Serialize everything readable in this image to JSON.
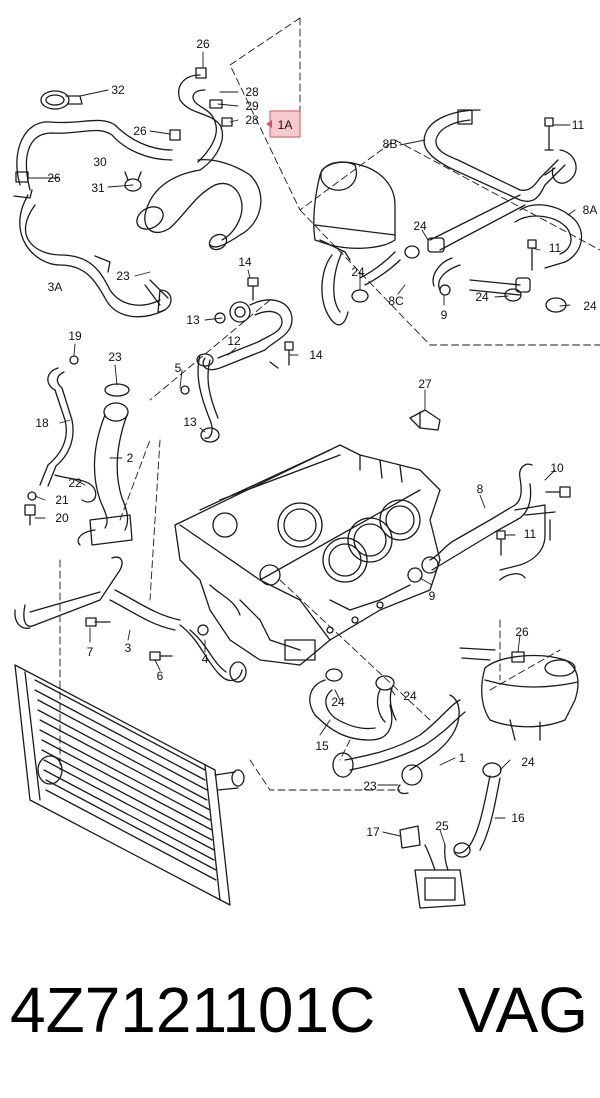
{
  "diagram": {
    "callouts": [
      {
        "id": "c26a",
        "label": "26"
      },
      {
        "id": "c32",
        "label": "32"
      },
      {
        "id": "c28a",
        "label": "28"
      },
      {
        "id": "c29",
        "label": "29"
      },
      {
        "id": "c28b",
        "label": "28"
      },
      {
        "id": "c26b",
        "label": "26"
      },
      {
        "id": "c26c",
        "label": "26"
      },
      {
        "id": "c30",
        "label": "30"
      },
      {
        "id": "c31",
        "label": "31"
      },
      {
        "id": "c23a",
        "label": "23"
      },
      {
        "id": "c3A",
        "label": "3A"
      },
      {
        "id": "c14a",
        "label": "14"
      },
      {
        "id": "c13a",
        "label": "13"
      },
      {
        "id": "c12",
        "label": "12"
      },
      {
        "id": "c14b",
        "label": "14"
      },
      {
        "id": "c5",
        "label": "5"
      },
      {
        "id": "c13b",
        "label": "13"
      },
      {
        "id": "c19",
        "label": "19"
      },
      {
        "id": "c23b",
        "label": "23"
      },
      {
        "id": "c18",
        "label": "18"
      },
      {
        "id": "c2",
        "label": "2"
      },
      {
        "id": "c22",
        "label": "22"
      },
      {
        "id": "c21",
        "label": "21"
      },
      {
        "id": "c20",
        "label": "20"
      },
      {
        "id": "c7",
        "label": "7"
      },
      {
        "id": "c3",
        "label": "3"
      },
      {
        "id": "c6",
        "label": "6"
      },
      {
        "id": "c4",
        "label": "4"
      },
      {
        "id": "c11a",
        "label": "11"
      },
      {
        "id": "c8B",
        "label": "8B"
      },
      {
        "id": "c8A",
        "label": "8A"
      },
      {
        "id": "c24a",
        "label": "24"
      },
      {
        "id": "c11b",
        "label": "11"
      },
      {
        "id": "c24b",
        "label": "24"
      },
      {
        "id": "c8C",
        "label": "8C"
      },
      {
        "id": "c9a",
        "label": "9"
      },
      {
        "id": "c24c",
        "label": "24"
      },
      {
        "id": "c24d",
        "label": "24"
      },
      {
        "id": "c27",
        "label": "27"
      },
      {
        "id": "c10",
        "label": "10"
      },
      {
        "id": "c8",
        "label": "8"
      },
      {
        "id": "c11c",
        "label": "11"
      },
      {
        "id": "c9b",
        "label": "9"
      },
      {
        "id": "c26d",
        "label": "26"
      },
      {
        "id": "c24e",
        "label": "24"
      },
      {
        "id": "c24f",
        "label": "24"
      },
      {
        "id": "c15",
        "label": "15"
      },
      {
        "id": "c1",
        "label": "1"
      },
      {
        "id": "c24g",
        "label": "24"
      },
      {
        "id": "c23c",
        "label": "23"
      },
      {
        "id": "c17",
        "label": "17"
      },
      {
        "id": "c25",
        "label": "25"
      },
      {
        "id": "c16",
        "label": "16"
      }
    ],
    "highlight_label": "1A"
  },
  "caption": {
    "part_number": "4Z7121101C",
    "brand": "VAG"
  },
  "colors": {
    "line": "#1a1a1a",
    "highlight_fill": "#f6c9cc",
    "highlight_border": "#d9535e"
  }
}
